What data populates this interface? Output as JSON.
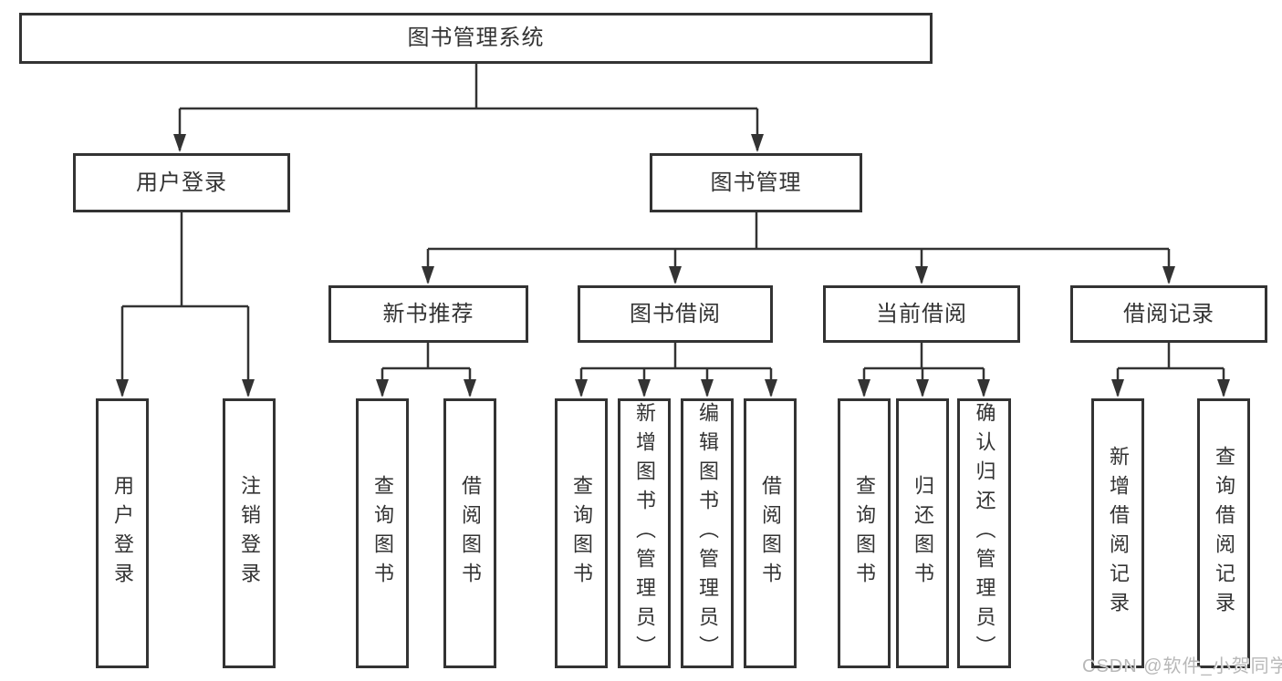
{
  "colors": {
    "line": "#333333",
    "text": "#333333",
    "box_fill": "#ffffff",
    "watermark": "#b8b8b8",
    "background": "#ffffff"
  },
  "diagram": {
    "root": {
      "label": "图书管理系统"
    },
    "branches": [
      {
        "label": "用户登录",
        "children": [
          {
            "label": "用户登录"
          },
          {
            "label": "注销登录"
          }
        ]
      },
      {
        "label": "图书管理",
        "children": [
          {
            "label": "新书推荐",
            "children": [
              {
                "label": "查询图书"
              },
              {
                "label": "借阅图书"
              }
            ]
          },
          {
            "label": "图书借阅",
            "children": [
              {
                "label": "查询图书"
              },
              {
                "label": "新增图书（管理员）"
              },
              {
                "label": "编辑图书（管理员）"
              },
              {
                "label": "借阅图书"
              }
            ]
          },
          {
            "label": "当前借阅",
            "children": [
              {
                "label": "查询图书"
              },
              {
                "label": "归还图书"
              },
              {
                "label": "确认归还（管理员）"
              }
            ]
          },
          {
            "label": "借阅记录",
            "children": [
              {
                "label": "新增借阅记录"
              },
              {
                "label": "查询借阅记录"
              }
            ]
          }
        ]
      }
    ]
  },
  "watermark": {
    "text": "CSDN @软件_小贺同学"
  }
}
